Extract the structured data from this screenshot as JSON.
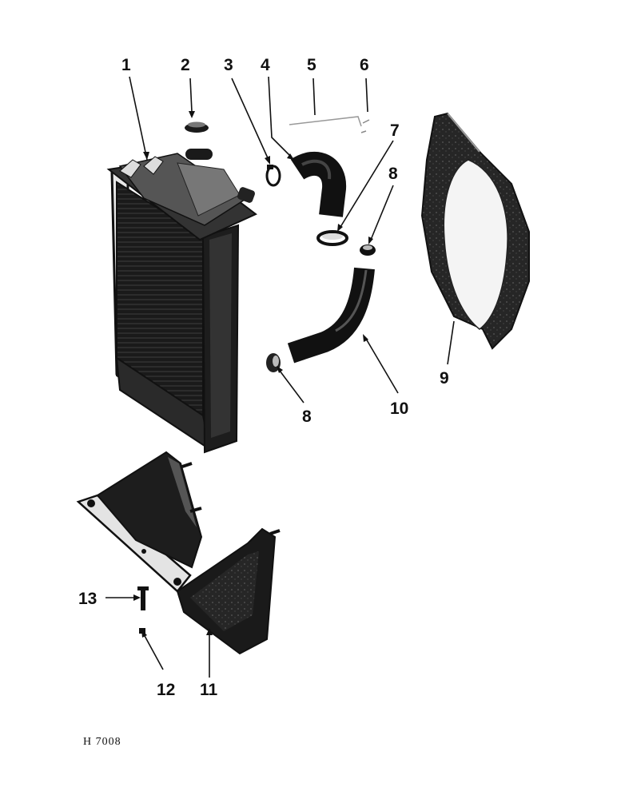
{
  "figure_code": "H 7008",
  "callouts": [
    "1",
    "2",
    "3",
    "4",
    "5",
    "6",
    "7",
    "8",
    "8",
    "9",
    "10",
    "11",
    "12",
    "13"
  ],
  "colors": {
    "ink": "#111111",
    "paper": "#ffffff",
    "shade": "#3a3a3a"
  }
}
